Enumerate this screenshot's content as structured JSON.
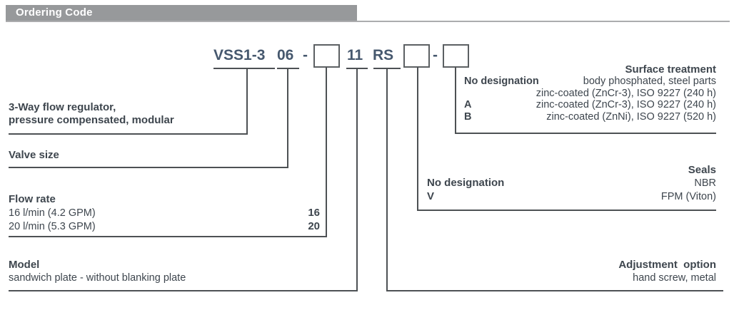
{
  "header": {
    "title": "Ordering Code"
  },
  "code": {
    "series": "VSS1-3",
    "size": "06",
    "dash1": "-",
    "model": "11",
    "adjustment": "RS",
    "dash2": "-"
  },
  "sections": {
    "regulator": {
      "line1": "3-Way flow regulator,",
      "line2": "pressure compensated, modular"
    },
    "valve_size": {
      "title": "Valve size"
    },
    "flow_rate": {
      "title": "Flow rate",
      "rows": [
        {
          "label": "16 l/min (4.2 GPM)",
          "code": "16"
        },
        {
          "label": "20 l/min (5.3 GPM)",
          "code": "20"
        }
      ]
    },
    "model": {
      "title": "Model",
      "desc": "sandwich plate - without blanking plate"
    },
    "surface_treatment": {
      "title": "Surface treatment",
      "rows": [
        {
          "code": "No designation",
          "desc": "body phosphated, steel parts"
        },
        {
          "code": "",
          "desc": "zinc-coated (ZnCr-3), ISO 9227 (240 h)"
        },
        {
          "code": "A",
          "desc": "zinc-coated (ZnCr-3), ISO 9227 (240 h)"
        },
        {
          "code": "B",
          "desc": "zinc-coated (ZnNi), ISO 9227 (520 h)"
        }
      ]
    },
    "seals": {
      "title": "Seals",
      "rows": [
        {
          "code": "No designation",
          "desc": "NBR"
        },
        {
          "code": "V",
          "desc": "FPM (Viton)"
        }
      ]
    },
    "adjustment": {
      "title": "Adjustment  option",
      "desc": "hand screw, metal"
    }
  },
  "colors": {
    "header_bar": "#97999b",
    "header_text": "#ffffff",
    "code_text": "#46586e",
    "label_text": "#3e464e",
    "line": "#4d5154"
  }
}
